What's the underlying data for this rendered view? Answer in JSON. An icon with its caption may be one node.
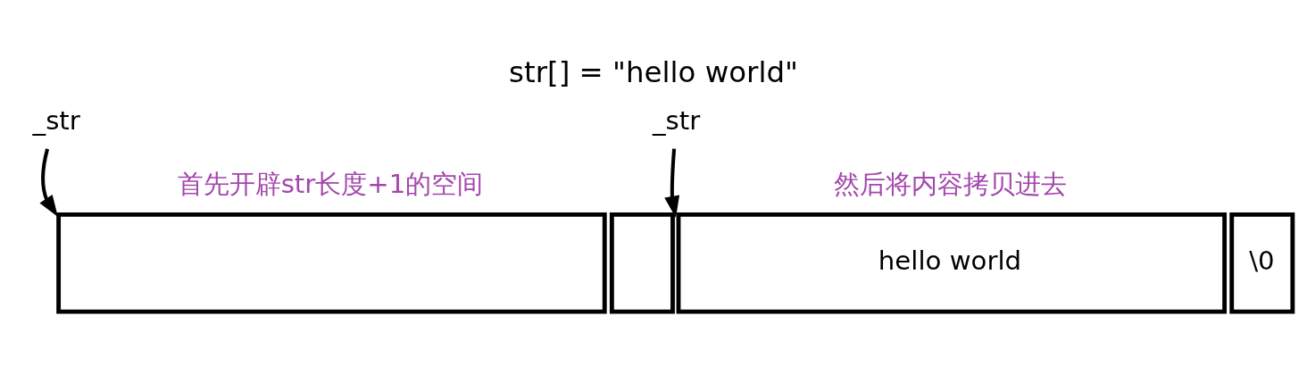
{
  "diagram": {
    "title": "str[] = \"hello world\"",
    "nodes": [
      {
        "text": [
          "_str"
        ]
      },
      {
        "text": [],
        "shape": "box",
        "beside": [
          "首先开辟str长度+1的空间"
        ]
      },
      {
        "text": [],
        "shape": "box"
      },
      {
        "text": [
          "_str"
        ]
      },
      {
        "text": [
          "hello world"
        ],
        "beside": [
          "然后将内容拷贝进去"
        ]
      },
      {
        "text": [
          "\\0"
        ]
      }
    ],
    "edges": [
      {
        "from": 0,
        "to": 1,
        "arrow": "to"
      },
      {
        "from": 3,
        "to": 4,
        "arrow": "to"
      }
    ]
  }
}
